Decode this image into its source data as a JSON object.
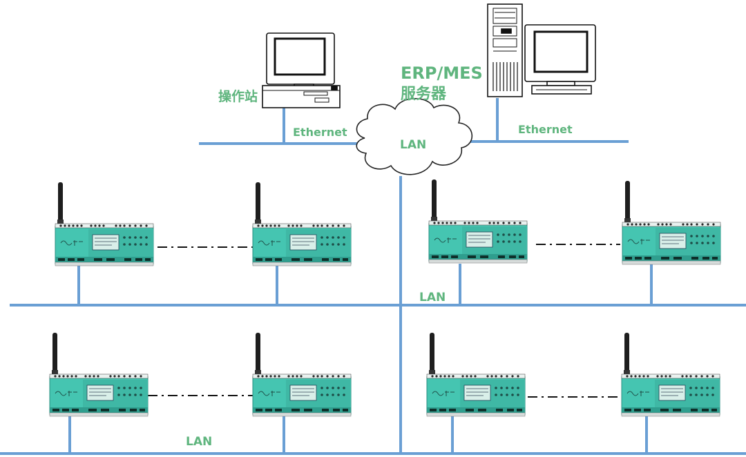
{
  "colors": {
    "line": "#6a9fd4",
    "label": "#5fb57e",
    "device_body": "#47c7b3",
    "device_dark": "#2f9d8c",
    "antenna": "#222222",
    "outline": "#111111"
  },
  "icons": {
    "workstation": "desktop-computer-icon",
    "server": "tower-server-icon",
    "cloud": "cloud-icon",
    "device": "wireless-gateway-icon"
  },
  "labels": {
    "operator_station": "操作站",
    "erp_mes_line1": "ERP/MES",
    "erp_mes_line2": "服务器",
    "ethernet_left": "Ethernet",
    "ethernet_right": "Ethernet",
    "cloud_lan": "LAN",
    "bus1_lan": "LAN",
    "bus2_lan": "LAN"
  }
}
